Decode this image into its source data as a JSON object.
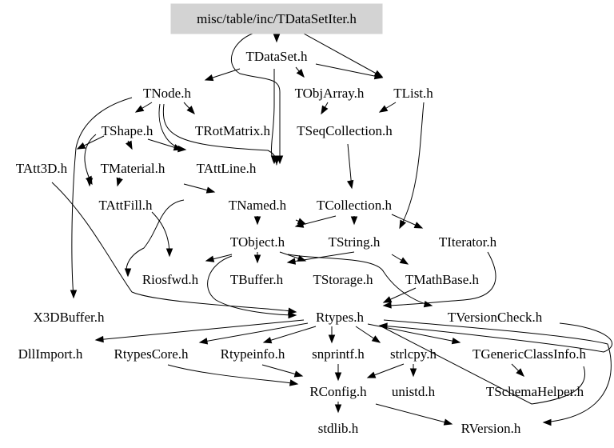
{
  "graph": {
    "root": "misc/table/inc/TDataSetIter.h",
    "nodes": [
      "TDataSet.h",
      "TNode.h",
      "TObjArray.h",
      "TList.h",
      "TShape.h",
      "TRotMatrix.h",
      "TSeqCollection.h",
      "TAtt3D.h",
      "TMaterial.h",
      "TAttLine.h",
      "TAttFill.h",
      "TNamed.h",
      "TCollection.h",
      "TObject.h",
      "TString.h",
      "TIterator.h",
      "Riosfwd.h",
      "TBuffer.h",
      "TStorage.h",
      "TMathBase.h",
      "X3DBuffer.h",
      "Rtypes.h",
      "TVersionCheck.h",
      "DllImport.h",
      "RtypesCore.h",
      "Rtypeinfo.h",
      "snprintf.h",
      "strlcpy.h",
      "TGenericClassInfo.h",
      "RConfig.h",
      "unistd.h",
      "TSchemaHelper.h",
      "stdlib.h",
      "RVersion.h"
    ]
  }
}
